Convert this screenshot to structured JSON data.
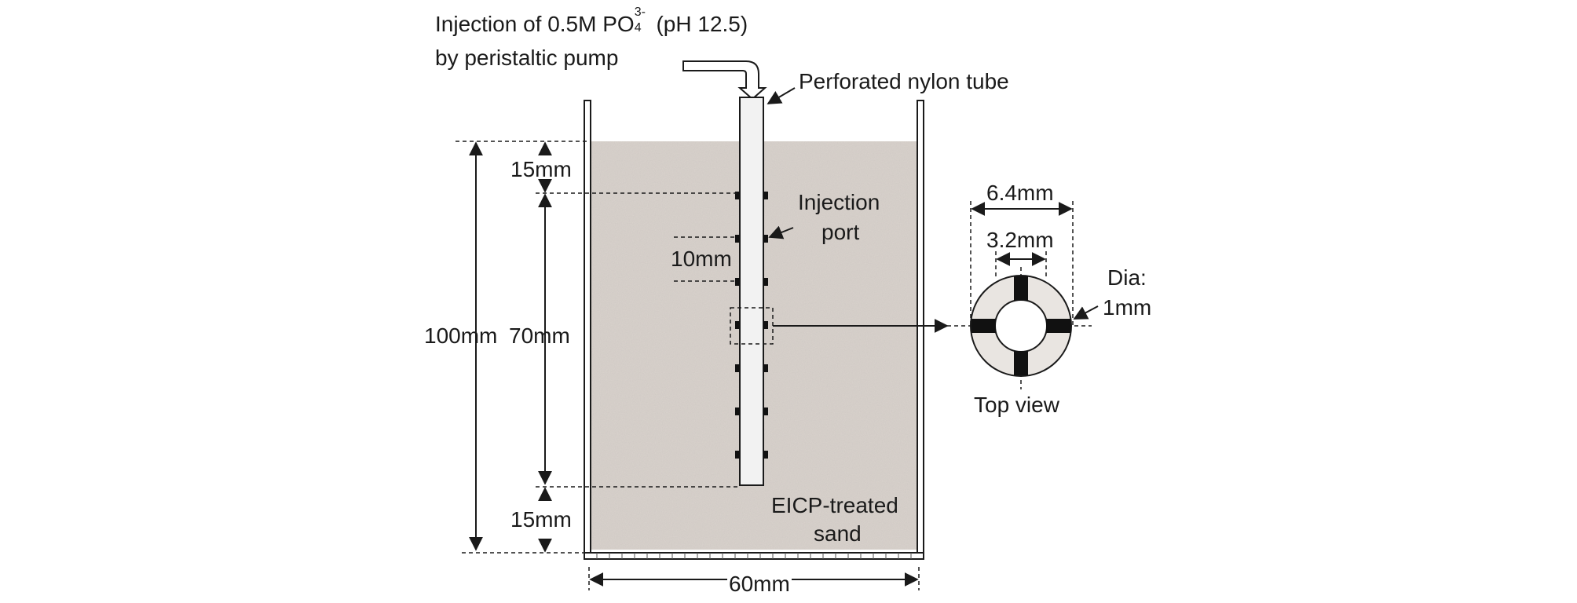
{
  "diagram": {
    "injection": {
      "line1_prefix": "Injection of 0.5M PO",
      "ion_charge": "3-",
      "ion_subscript": "4",
      "line1_suffix": "(pH 12.5)",
      "line2": "by peristaltic pump"
    },
    "labels": {
      "tube": "Perforated nylon tube",
      "port_line1": "Injection",
      "port_line2": "port",
      "sand_line1": "EICP-treated",
      "sand_line2": "sand",
      "top_view": "Top view",
      "dia_line1": "Dia:",
      "dia_line2": "1mm"
    },
    "dimensions": {
      "top_gap": "15mm",
      "port_zone": "70mm",
      "total_height": "100mm",
      "port_spacing": "10mm",
      "bottom_gap": "15mm",
      "width": "60mm",
      "outer_dia": "6.4mm",
      "inner_dia": "3.2mm"
    },
    "colors": {
      "sand": "#d9d2cc",
      "stroke": "#1a1a1a",
      "port": "#111111"
    }
  }
}
